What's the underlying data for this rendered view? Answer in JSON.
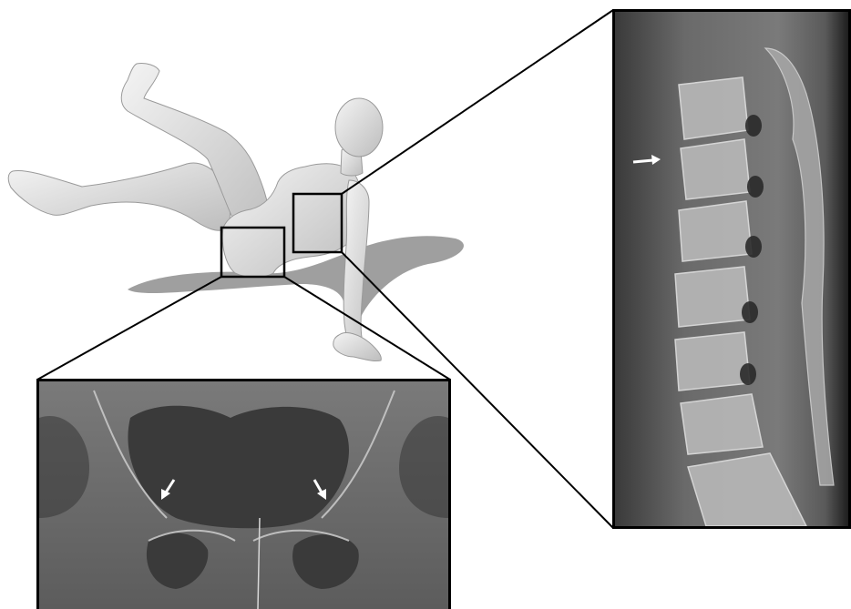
{
  "figure": {
    "background": "#ffffff",
    "figure_color": "#e8e8e8",
    "shadow_color": "#8e8e8e",
    "frame_color": "#000000",
    "arrow_color": "#ffffff"
  },
  "panels": [
    {
      "name": "mannequin-fall-pose",
      "kind": "3d-figure"
    },
    {
      "name": "lumbar-spine-lateral-xray",
      "kind": "radiograph",
      "arrows": 1
    },
    {
      "name": "pelvis-ap-xray",
      "kind": "radiograph",
      "arrows": 2
    }
  ]
}
